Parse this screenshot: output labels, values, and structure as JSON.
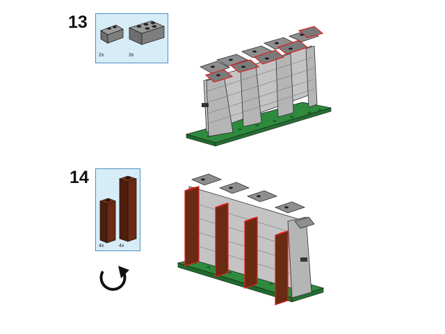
{
  "steps": [
    {
      "number": "13",
      "parts": [
        {
          "qty": "2x"
        },
        {
          "qty": "3x"
        }
      ]
    },
    {
      "number": "14",
      "parts": [
        {
          "qty": "4x"
        },
        {
          "qty": "4x"
        }
      ]
    }
  ],
  "icons": {
    "rotate": "rotate-model-icon"
  },
  "colors": {
    "box_fill": "#d6ecf7",
    "box_border": "#4a90c0",
    "gray": "#b8b8b8",
    "dark_gray": "#8a8a8a",
    "green": "#2e8b3e",
    "brown": "#6b2a12",
    "highlight": "#e02020"
  }
}
